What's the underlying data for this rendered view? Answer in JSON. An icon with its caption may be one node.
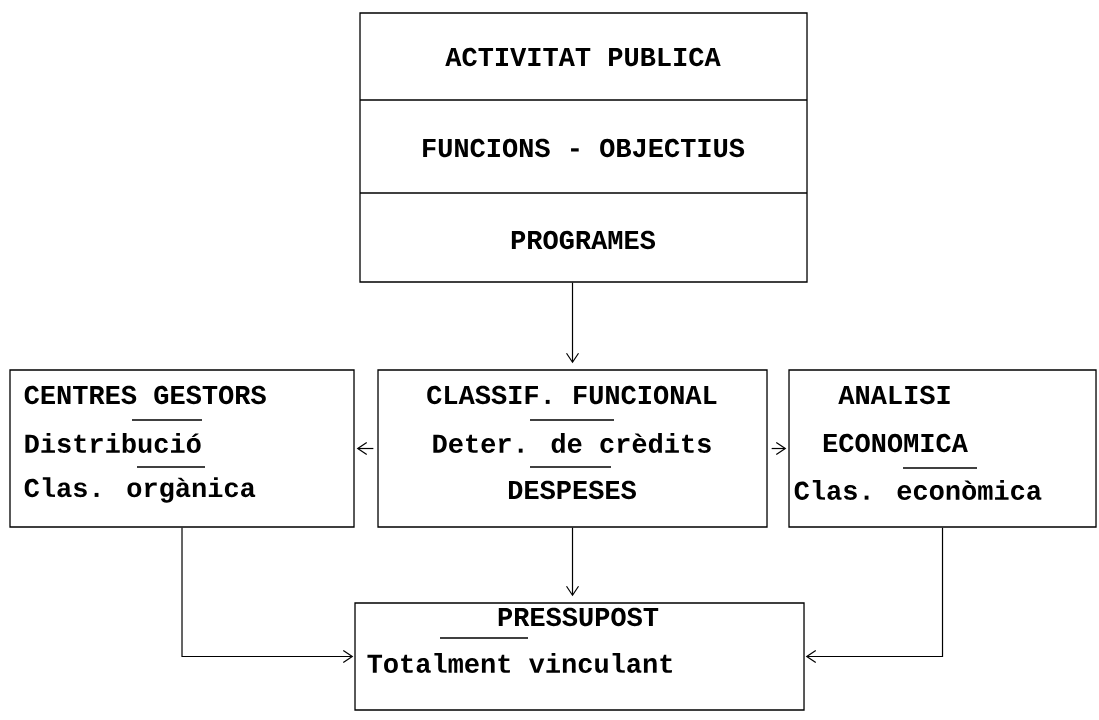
{
  "diagram": {
    "nodes": [
      {
        "text": [
          "ACTIVITAT PUBLICA",
          "FUNCIONS - OBJECTIUS",
          "PROGRAMES"
        ]
      },
      {
        "text": [
          "CENTRES GESTORS",
          "Distribució",
          "Clas. orgànica"
        ]
      },
      {
        "text": [
          "CLASSIF. FUNCIONAL",
          "Deter. de crèdits",
          "DESPESES"
        ]
      },
      {
        "text": [
          "ANALISI",
          "ECONOMICA",
          "Clas. econòmica"
        ]
      },
      {
        "text": [
          "PRESSUPOST",
          "Totalment vinculant"
        ]
      }
    ],
    "edges": [
      {
        "from": 0,
        "to": 2,
        "arrow": "to"
      },
      {
        "from": 2,
        "to": 1,
        "arrow": "to"
      },
      {
        "from": 2,
        "to": 3,
        "arrow": "to"
      },
      {
        "from": 2,
        "to": 4,
        "arrow": "to"
      },
      {
        "from": 1,
        "to": 4,
        "arrow": "to"
      },
      {
        "from": 3,
        "to": 4,
        "arrow": "to"
      }
    ]
  }
}
